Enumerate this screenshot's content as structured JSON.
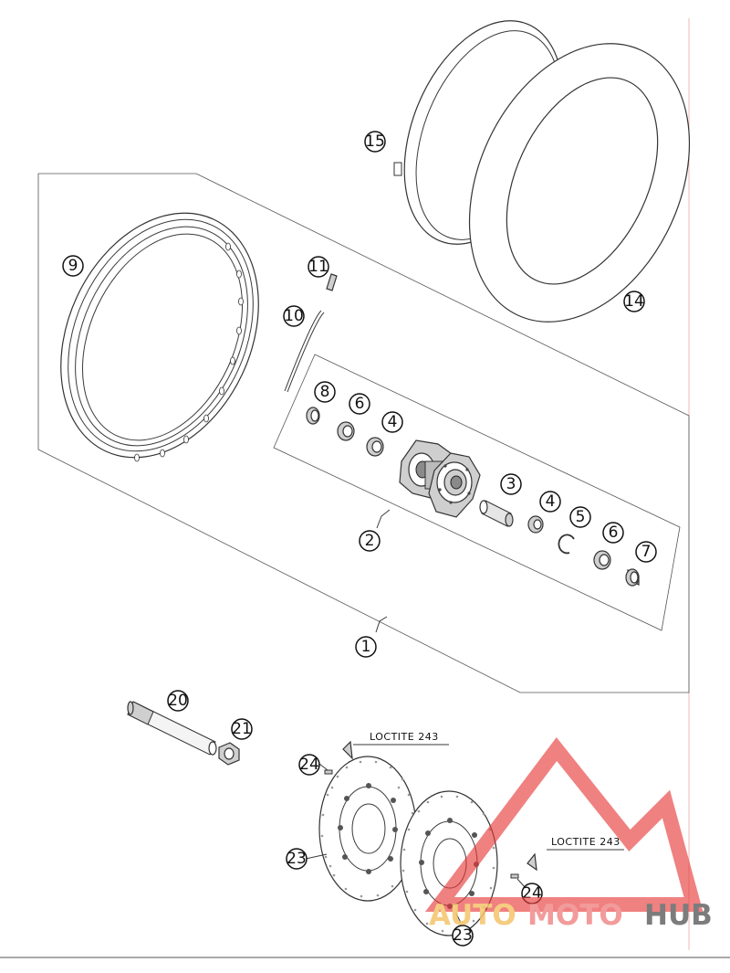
{
  "callouts": {
    "c1": "1",
    "c2": "2",
    "c3": "3",
    "c4a": "4",
    "c4b": "4",
    "c5": "5",
    "c6a": "6",
    "c6b": "6",
    "c7": "7",
    "c8": "8",
    "c9": "9",
    "c10": "10",
    "c11": "11",
    "c14": "14",
    "c15": "15",
    "c20": "20",
    "c21": "21",
    "c23a": "23",
    "c23b": "23",
    "c24a": "24",
    "c24b": "24"
  },
  "notes": {
    "loctite_1": "LOCTITE 243",
    "loctite_2": "LOCTITE 243"
  },
  "watermark": {
    "part1": "AUTO",
    "part2": "MOTO",
    "part3": "HUB",
    "color1": "#f4c46a",
    "color2": "#f08a8a",
    "color3": "#666666",
    "mark_color": "#e83a3a"
  }
}
